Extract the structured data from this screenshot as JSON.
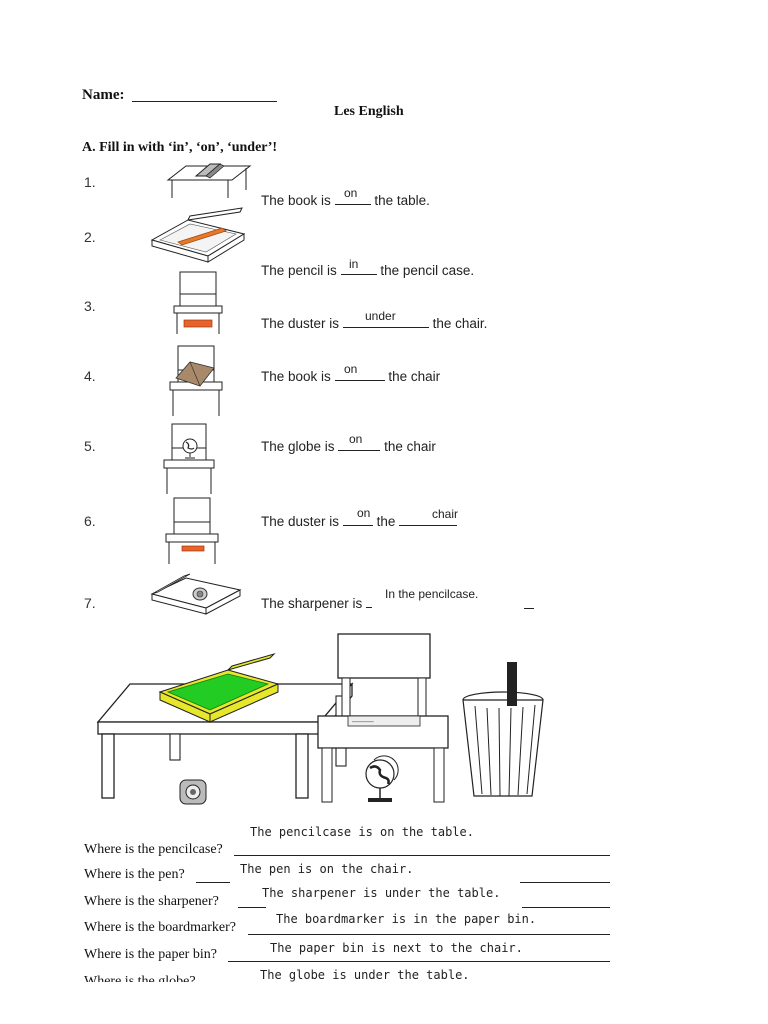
{
  "header": {
    "name_label": "Name:",
    "title": "Les English"
  },
  "section_a": {
    "instruction": "A. Fill in with ‘in’, ‘on’, ‘under’!",
    "items": [
      {
        "number": "1.",
        "before": "The book is",
        "after": "the table.",
        "answer": "on"
      },
      {
        "number": "2.",
        "before": "The pencil is",
        "after": "the pencil case.",
        "answer": "in"
      },
      {
        "number": "3.",
        "before": "The duster is",
        "after": "the chair.",
        "answer": "under"
      },
      {
        "number": "4.",
        "before": "The book is",
        "after": "the chair",
        "answer": "on"
      },
      {
        "number": "5.",
        "before": "The globe is",
        "after": "the chair",
        "answer": "on"
      },
      {
        "number": "6.",
        "before": "The duster is",
        "middle": "the",
        "answer": "on",
        "answer2": "chair"
      },
      {
        "number": "7.",
        "before": "The sharpener is",
        "answer": "In the pencilcase."
      }
    ]
  },
  "illustration": {
    "ruler_text": "──────"
  },
  "section_b": {
    "questions": [
      {
        "question": "Where is the pencilcase?",
        "answer": "The pencilcase is on the table."
      },
      {
        "question": "Where is the pen?",
        "answer": "The pen is on the chair."
      },
      {
        "question": "Where is the sharpener?",
        "answer": "The sharpener is under the table."
      },
      {
        "question": "Where is the boardmarker?",
        "answer": "The boardmarker is in the paper bin."
      },
      {
        "question": "Where is the paper bin?",
        "answer": "The paper bin is next to the chair."
      },
      {
        "question": "Where is the globe?",
        "answer": "The globe is under the table."
      }
    ]
  },
  "colors": {
    "duster": "#e8622a",
    "pencilcase_fill": "#22cc22",
    "pencilcase_rim": "#e6e62a"
  }
}
